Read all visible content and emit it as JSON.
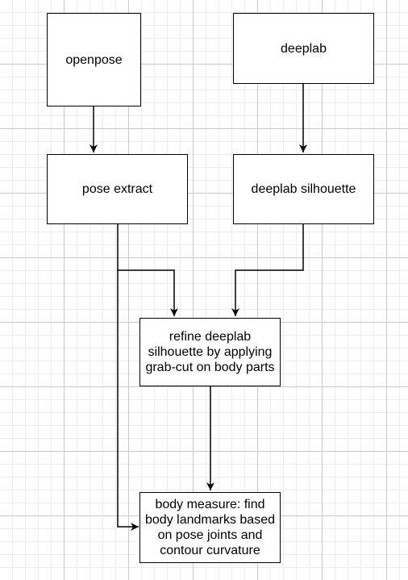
{
  "diagram": {
    "nodes": {
      "openpose": {
        "label": "openpose"
      },
      "deeplab": {
        "label": "deeplab"
      },
      "pose_extract": {
        "label": "pose extract"
      },
      "deeplab_silhouette": {
        "label": "deeplab silhouette"
      },
      "refine": {
        "label": "refine deeplab silhouette by applying grab-cut on body parts"
      },
      "body_measure": {
        "label": "body measure: find body landmarks based on pose joints and contour curvature"
      }
    },
    "edges": [
      {
        "from": "openpose",
        "to": "pose extract"
      },
      {
        "from": "deeplab",
        "to": "deeplab silhouette"
      },
      {
        "from": "pose extract",
        "to": "refine deeplab silhouette by applying grab-cut on body parts"
      },
      {
        "from": "deeplab silhouette",
        "to": "refine deeplab silhouette by applying grab-cut on body parts"
      },
      {
        "from": "refine deeplab silhouette by applying grab-cut on body parts",
        "to": "body measure: find body landmarks based on pose joints and contour curvature"
      },
      {
        "from": "pose extract",
        "to": "body measure: find body landmarks based on pose joints and contour curvature"
      }
    ],
    "colors": {
      "stroke": "#000000",
      "node_fill": "#ffffff",
      "grid_major": "#c9c9c9",
      "grid_minor": "#ececec"
    }
  }
}
